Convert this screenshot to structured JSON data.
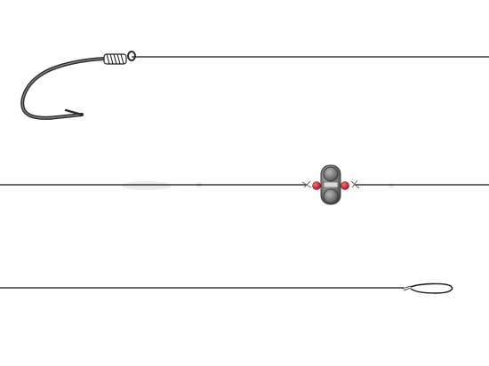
{
  "diagram": {
    "background": "#ffffff",
    "line_color": "#111111",
    "components": [
      {
        "name": "hook-on-line",
        "icon": "fishing-hook-icon"
      },
      {
        "name": "line-with-swivel",
        "icon": "swivel-icon",
        "bead_color": "#cc1f2b",
        "swivel_color": "#7a7a7a"
      },
      {
        "name": "line-with-loop",
        "icon": "loop-knot-icon"
      }
    ]
  }
}
